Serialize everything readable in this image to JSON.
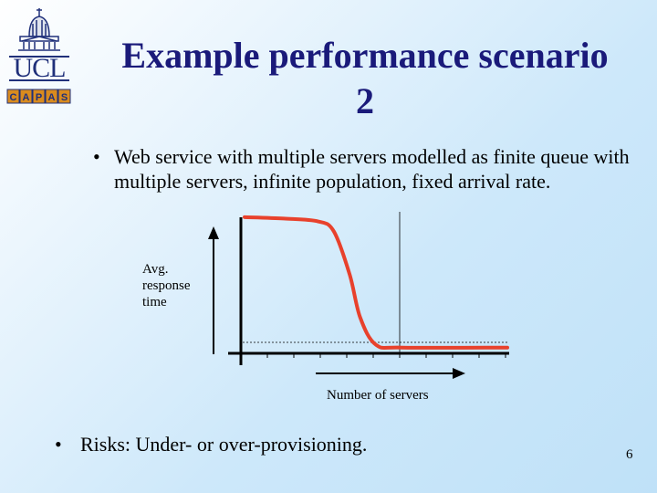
{
  "slide": {
    "title_line1": "Example performance scenario",
    "title_line2": "2",
    "bullet_1": "Web service with multiple servers modelled as finite queue with multiple servers, infinite population, fixed arrival rate.",
    "bullet_2": "Risks:  Under- or over-provisioning.",
    "bullet_symbol": "•",
    "page_number": "6"
  },
  "logo": {
    "letters": "UCL",
    "secondary": "CAPAS",
    "colors": {
      "blue": "#20307a",
      "orange": "#d98b1e"
    }
  },
  "diagram": {
    "y_axis_label": "Avg. response time",
    "x_axis_label": "Number of servers",
    "curve_color": "#e8412c"
  },
  "chart_data": {
    "type": "line",
    "title": "",
    "xlabel": "Number of servers",
    "ylabel": "Avg. response time",
    "series": [
      {
        "name": "",
        "x": [
          0.0,
          0.15,
          0.28,
          0.34,
          0.4,
          0.44,
          0.5,
          0.6,
          1.0
        ],
        "values": [
          0.95,
          0.94,
          0.92,
          0.85,
          0.55,
          0.25,
          0.06,
          0.04,
          0.04
        ]
      }
    ],
    "reference_lines": {
      "vertical_x": 0.55,
      "horizontal_y": 0.06
    }
  }
}
